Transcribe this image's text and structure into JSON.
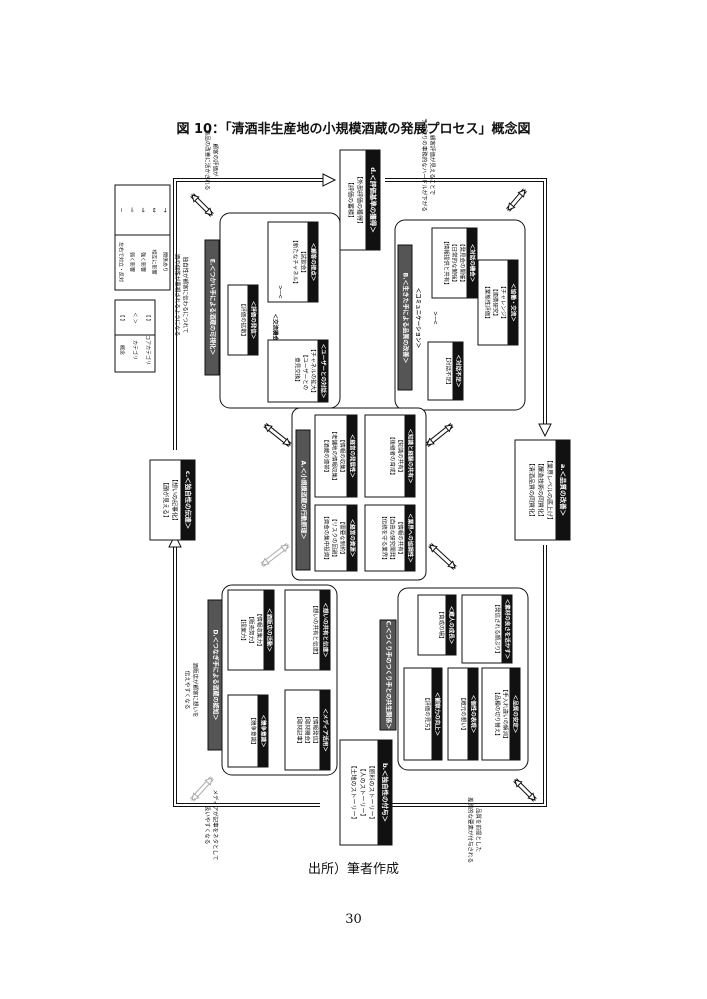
{
  "figure": {
    "title": "図 10：「清酒非生産地の小規模酒蔵の発展プロセス」概念図",
    "source": "出所）筆者作成",
    "page_number": "30"
  },
  "outer_nodes": {
    "a": {
      "heading": "a.＜品質の改善＞",
      "lines": [
        "【業界レベルの底上げ】",
        "【醸造技術の同質化】",
        "【清酒品質の同質化】"
      ]
    },
    "b": {
      "heading": "b.＜独自性の付与＞",
      "lines": [
        "【原料のストーリー】",
        "【人のストーリー】",
        "【土地のストーリー】"
      ]
    },
    "c": {
      "heading": "c.＜独自性の伝達＞",
      "lines": [
        "【想いの記事化】",
        "【顔が見える】"
      ]
    },
    "d": {
      "heading": "d.＜評価基準の獲得＞",
      "lines": [
        "【外部評価の獲得】",
        "【評価の蓄積】"
      ]
    }
  },
  "arrow_notes": {
    "top_left": [
      "顧客の評価が",
      "商品の改善に活かされる"
    ],
    "top_right": [
      "顧客評価が見えることで",
      "予算取りの事務的なハードルが下がる"
    ],
    "mid_left": [
      "独自性が顧客に伝わるにつれて",
      "酒の個性が重視されるようになる"
    ],
    "lower_left": [
      "酒販店が顧客に想いを",
      "伝えやすくなる"
    ],
    "bottom_left": [
      "メディアが記事をネタとして",
      "扱いやすくなる"
    ],
    "bottom_right": [
      "品質を前提とした",
      "差別的な要素が付与される"
    ]
  },
  "center": {
    "heading": "A.＜小規模酒蔵の行動原理＞",
    "boxes": [
      {
        "title": "＜経営の資源＞",
        "lines": [
          "【需要な制約】",
          "【リスクの回避】",
          "【資金の集中投資】"
        ]
      },
      {
        "title": "＜経営の発展性＞",
        "lines": [
          "【情報の収集】",
          "【老舗地の情報収集】",
          "【酒蔵の連帯】"
        ]
      },
      {
        "title": "＜業界への協調性＞",
        "lines": [
          "【情報の共有】",
          "【自由な研究開発】",
          "【伝統を守る業界】"
        ]
      },
      {
        "title": "＜知識と経験の共有＞",
        "lines": [
          "【知識の共有】",
          "【後継者の育成】"
        ]
      }
    ]
  },
  "modules": {
    "B": {
      "heading": "B.＜生きた手による品質の改善＞",
      "sub": "＜コミュニケーション＞",
      "boxes": [
        {
          "title": "＜対話の機会＞",
          "lines": [
            "【発見会の開催】",
            "【日常的な勉強】",
            "【情報提供と共有】"
          ]
        },
        {
          "title": "＜対話不足＞",
          "lines": [
            "【対話不足】"
          ]
        },
        {
          "title": "＜協働・交流＞",
          "lines": [
            "【チャレンジ】",
            "【連携研究】",
            "【業態性評価】"
          ]
        }
      ]
    },
    "C": {
      "heading": "C.＜つくり手のつくり手との共生関係＞",
      "boxes": [
        {
          "title": "＜蔵人の成長＞",
          "lines": [
            "【育成の場】"
          ]
        },
        {
          "title": "＜観察力の向上＞",
          "lines": [
            "【評価の見方】"
          ]
        },
        {
          "title": "＜素材の良さを活かす＞",
          "lines": [
            "【発信される顔ぶり】"
          ]
        },
        {
          "title": "＜個性の表現＞",
          "lines": [
            "【蔵元の想い】"
          ]
        },
        {
          "title": "＜品質の安定＞",
          "lines": [
            "【手入れ違いの解消】",
            "【品種の切り替え】"
          ]
        }
      ]
    },
    "D": {
      "heading": "D.＜つなぎ手による酒蔵の認知＞",
      "boxes": [
        {
          "title": "＜酒販店の活動＞",
          "lines": [
            "【情報収集力】",
            "【販売努力】",
            "【提案力】"
          ]
        },
        {
          "title": "＜想いの共有と伝達＞",
          "lines": [
            "【想いの共有と伝達】"
          ]
        },
        {
          "title": "＜競争意識＞",
          "lines": [
            "【競争意識】"
          ]
        },
        {
          "title": "＜メディア活用＞",
          "lines": [
            "【情報発信】",
            "【取材機会】",
            "【取材記事】"
          ]
        }
      ]
    },
    "E": {
      "heading": "E.＜つかい手による酒蔵の可視化＞",
      "sub": "＜交流機会＞",
      "boxes": [
        {
          "title": "＜評価の発信＞",
          "lines": [
            "【評価の拡散】"
          ]
        },
        {
          "title": "＜顧客の接点＞",
          "lines": [
            "【試飲会】",
            "【新たなチャネル】"
          ]
        },
        {
          "title": "＜ユーザーとの対話＞",
          "lines": [
            "【チャネルの拡大】",
            "【ユーザーとの",
            "意見交換】"
          ]
        }
      ]
    }
  },
  "legend": {
    "rows": [
      {
        "symbol": "【  】",
        "label": "コアカテゴリ"
      },
      {
        "symbol": "＜  ＞",
        "label": "カテゴリ"
      },
      {
        "symbol": "【  】",
        "label": "概念"
      }
    ],
    "arrows": [
      {
        "symbol": "→",
        "label": "関係あり"
      },
      {
        "symbol": "⇔",
        "label": "相互に影響"
      },
      {
        "symbol": "⇒",
        "label": "強く影響"
      },
      {
        "symbol": "⇨",
        "label": "弱く影響"
      },
      {
        "symbol": "─",
        "label": "左右で対立・反対"
      }
    ]
  }
}
